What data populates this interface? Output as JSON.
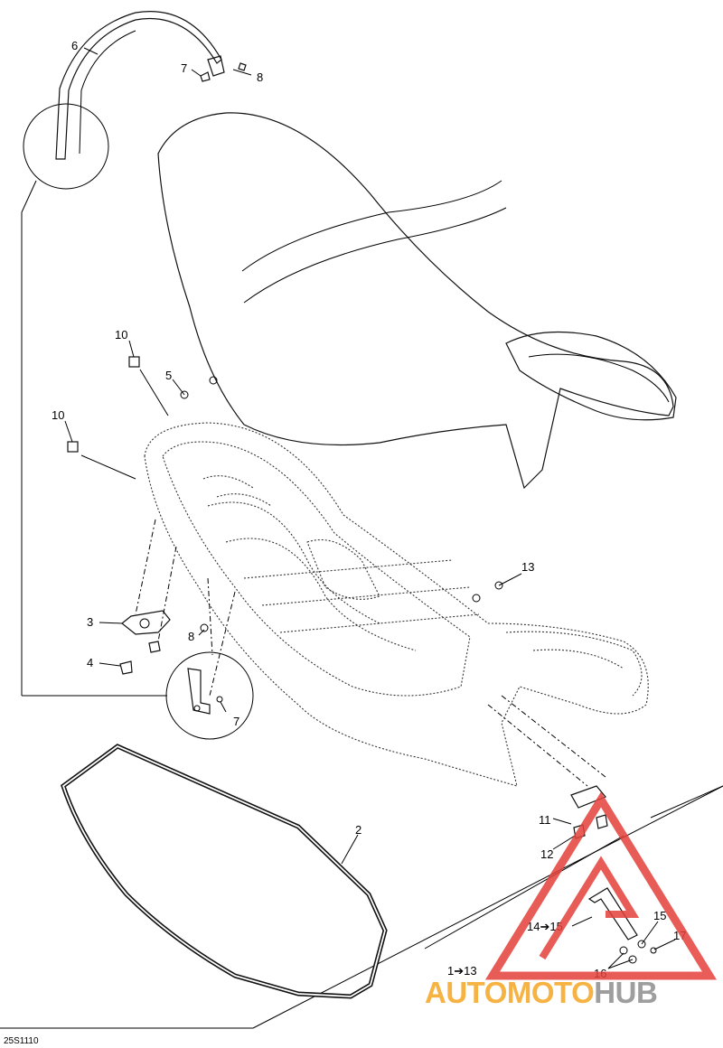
{
  "diagram": {
    "reference_code": "25S1110",
    "callouts": {
      "c1": "1",
      "c1_range_to": "13",
      "c2": "2",
      "c3": "3",
      "c4": "4",
      "c5": "5",
      "c6": "6",
      "c7_top": "7",
      "c7_detail": "7",
      "c8_top": "8",
      "c8_left": "8",
      "c10_a": "10",
      "c10_b": "10",
      "c11": "11",
      "c12": "12",
      "c13": "13",
      "c14": "14",
      "c14_range_to": "15",
      "c15": "15",
      "c16": "16",
      "c17": "17"
    },
    "arrow_glyph": "➔"
  },
  "watermark": {
    "text_orange": "AUTOMOTO",
    "text_gray": "HUB",
    "color_orange": "#f5a623",
    "color_gray": "#8e8e8e",
    "color_logo": "#e5403a"
  }
}
